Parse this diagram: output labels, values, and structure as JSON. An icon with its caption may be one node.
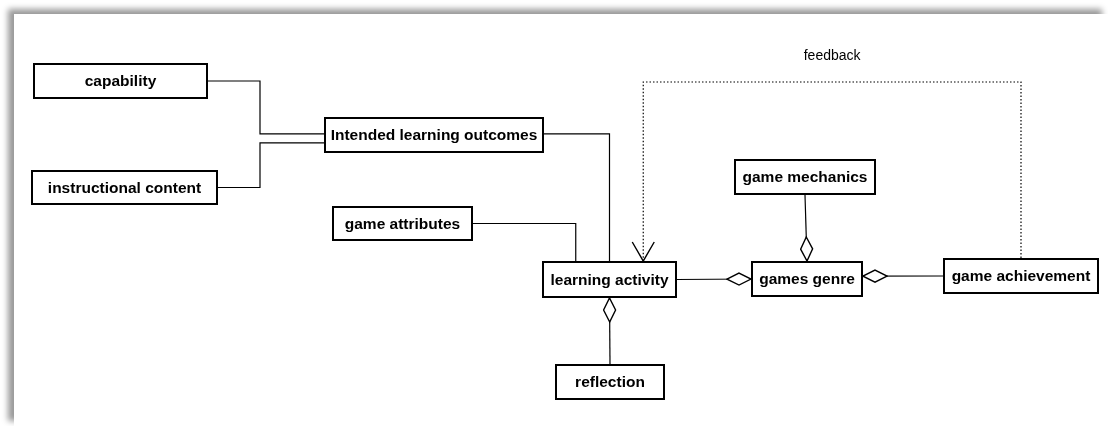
{
  "diagram": {
    "nodes": [
      {
        "text": [
          "capability"
        ]
      },
      {
        "text": [
          "instructional content"
        ]
      },
      {
        "text": [
          "Intended learning outcomes"
        ]
      },
      {
        "text": [
          "game attributes"
        ]
      },
      {
        "text": [
          "learning activity"
        ]
      },
      {
        "text": [
          "game mechanics"
        ]
      },
      {
        "text": [
          "games genre"
        ]
      },
      {
        "text": [
          "game achievement"
        ]
      },
      {
        "text": [
          "reflection"
        ]
      }
    ],
    "edges": [
      {
        "from": 0,
        "to": 2,
        "arrow": "none"
      },
      {
        "from": 1,
        "to": 2,
        "arrow": "none"
      },
      {
        "from": 2,
        "to": 4,
        "arrow": "none"
      },
      {
        "from": 3,
        "to": 4,
        "arrow": "none"
      },
      {
        "from": 4,
        "to": 6,
        "arrow": "other"
      },
      {
        "from": 5,
        "to": 6,
        "arrow": "other"
      },
      {
        "from": 7,
        "to": 6,
        "arrow": "other"
      },
      {
        "from": 8,
        "to": 4,
        "arrow": "other"
      },
      {
        "from": 7,
        "to": 4,
        "arrow": "to",
        "style": "dashed",
        "label": "feedback"
      }
    ]
  }
}
